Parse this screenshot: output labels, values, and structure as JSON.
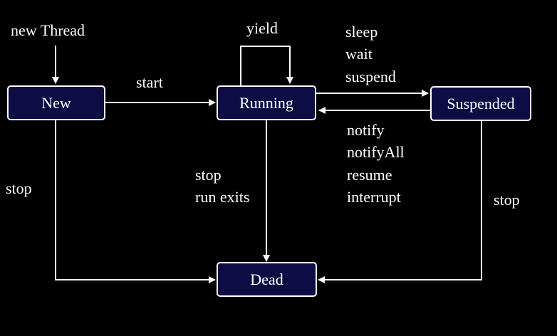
{
  "colors": {
    "background": "#000000",
    "box_fill": "#0d0d45",
    "stroke": "#ffffff",
    "text": "#ffffff"
  },
  "states": {
    "new": "New",
    "running": "Running",
    "suspended": "Suspended",
    "dead": "Dead"
  },
  "labels": {
    "new_thread": "new Thread",
    "start": "start",
    "yield": "yield",
    "to_suspended": [
      "sleep",
      "wait",
      "suspend"
    ],
    "from_suspended": [
      "notify",
      "notifyAll",
      "resume",
      "interrupt"
    ],
    "new_stop": "stop",
    "running_stop": [
      "stop",
      "run exits"
    ],
    "suspended_stop": "stop"
  }
}
